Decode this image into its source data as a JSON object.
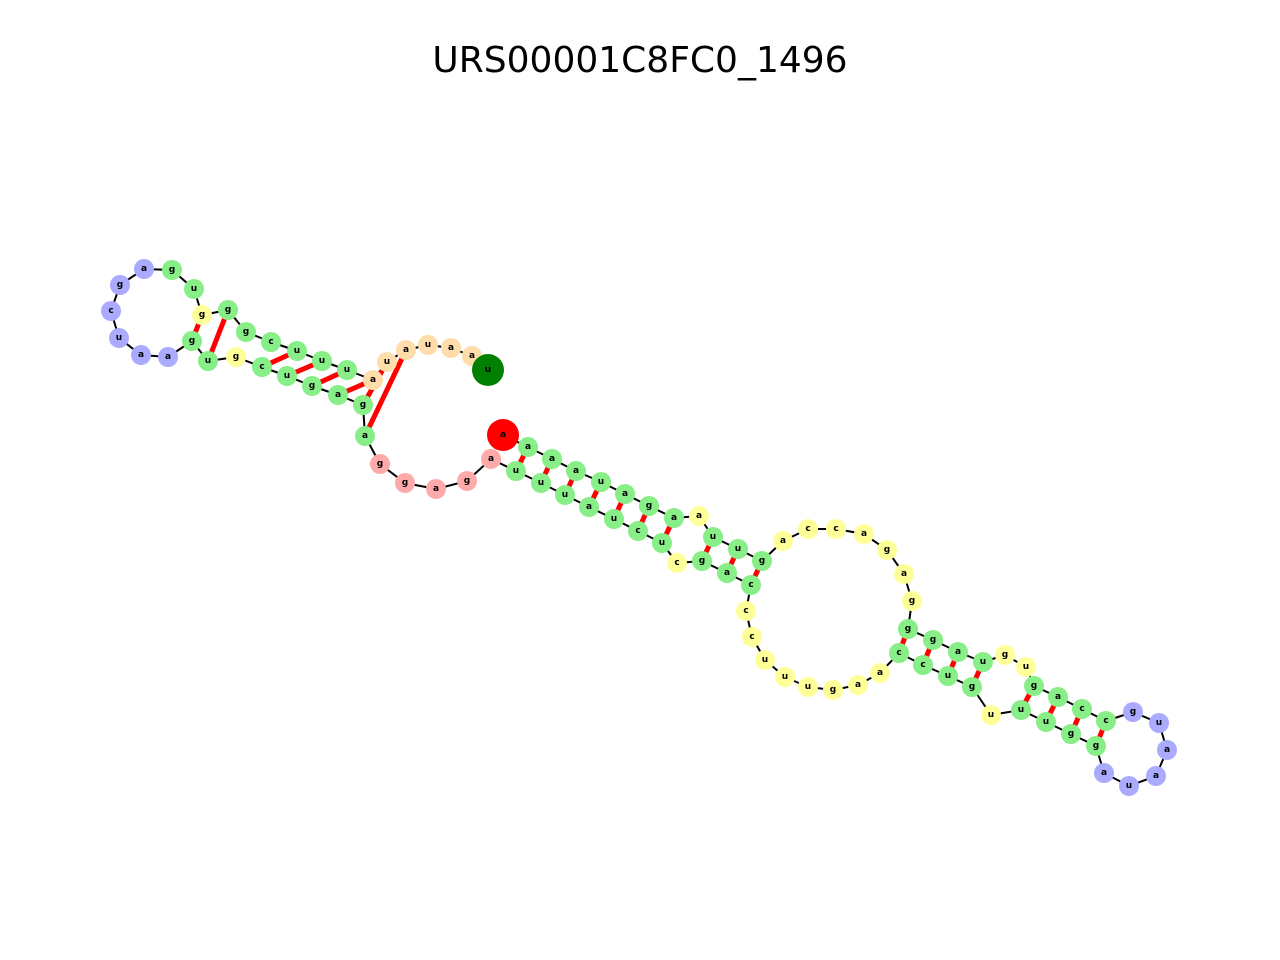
{
  "title": "URS00001C8FC0_1496",
  "legend_colors": {
    "stem": "#88ee88",
    "hairpin_loop": "#aaaaff",
    "interior_loop": "#ffff99",
    "multiloop": "#ffaaaa",
    "external_5p": "#ffddaa",
    "start": "#ff0000",
    "end": "#008000",
    "pair_bond": "#ff0000",
    "backbone": "#000000"
  },
  "nucleotides": [
    {
      "l": "a",
      "t": "start"
    },
    {
      "l": "a",
      "t": "stem"
    },
    {
      "l": "a",
      "t": "stem"
    },
    {
      "l": "a",
      "t": "stem"
    },
    {
      "l": "u",
      "t": "stem"
    },
    {
      "l": "a",
      "t": "stem"
    },
    {
      "l": "g",
      "t": "stem"
    },
    {
      "l": "a",
      "t": "stem"
    },
    {
      "l": "a",
      "t": "interior_loop"
    },
    {
      "l": "u",
      "t": "stem"
    },
    {
      "l": "u",
      "t": "stem"
    },
    {
      "l": "g",
      "t": "stem"
    },
    {
      "l": "a",
      "t": "interior_loop"
    },
    {
      "l": "c",
      "t": "interior_loop"
    },
    {
      "l": "c",
      "t": "interior_loop"
    },
    {
      "l": "a",
      "t": "interior_loop"
    },
    {
      "l": "g",
      "t": "interior_loop"
    },
    {
      "l": "a",
      "t": "interior_loop"
    },
    {
      "l": "g",
      "t": "interior_loop"
    },
    {
      "l": "g",
      "t": "stem"
    },
    {
      "l": "g",
      "t": "stem"
    },
    {
      "l": "a",
      "t": "stem"
    },
    {
      "l": "u",
      "t": "stem"
    },
    {
      "l": "g",
      "t": "interior_loop"
    },
    {
      "l": "u",
      "t": "interior_loop"
    },
    {
      "l": "g",
      "t": "stem"
    },
    {
      "l": "a",
      "t": "stem"
    },
    {
      "l": "c",
      "t": "stem"
    },
    {
      "l": "c",
      "t": "stem"
    },
    {
      "l": "g",
      "t": "hairpin_loop"
    },
    {
      "l": "u",
      "t": "hairpin_loop"
    },
    {
      "l": "a",
      "t": "hairpin_loop"
    },
    {
      "l": "a",
      "t": "hairpin_loop"
    },
    {
      "l": "u",
      "t": "hairpin_loop"
    },
    {
      "l": "a",
      "t": "hairpin_loop"
    },
    {
      "l": "g",
      "t": "stem"
    },
    {
      "l": "g",
      "t": "stem"
    },
    {
      "l": "u",
      "t": "stem"
    },
    {
      "l": "u",
      "t": "stem"
    },
    {
      "l": "u",
      "t": "interior_loop"
    },
    {
      "l": "g",
      "t": "stem"
    },
    {
      "l": "u",
      "t": "stem"
    },
    {
      "l": "c",
      "t": "stem"
    },
    {
      "l": "c",
      "t": "stem"
    },
    {
      "l": "a",
      "t": "interior_loop"
    },
    {
      "l": "a",
      "t": "interior_loop"
    },
    {
      "l": "g",
      "t": "interior_loop"
    },
    {
      "l": "u",
      "t": "interior_loop"
    },
    {
      "l": "u",
      "t": "interior_loop"
    },
    {
      "l": "u",
      "t": "interior_loop"
    },
    {
      "l": "c",
      "t": "interior_loop"
    },
    {
      "l": "c",
      "t": "interior_loop"
    },
    {
      "l": "c",
      "t": "stem"
    },
    {
      "l": "a",
      "t": "stem"
    },
    {
      "l": "g",
      "t": "stem"
    },
    {
      "l": "c",
      "t": "interior_loop"
    },
    {
      "l": "u",
      "t": "stem"
    },
    {
      "l": "c",
      "t": "stem"
    },
    {
      "l": "u",
      "t": "stem"
    },
    {
      "l": "a",
      "t": "stem"
    },
    {
      "l": "u",
      "t": "stem"
    },
    {
      "l": "u",
      "t": "stem"
    },
    {
      "l": "u",
      "t": "stem"
    },
    {
      "l": "a",
      "t": "multiloop"
    },
    {
      "l": "g",
      "t": "multiloop"
    },
    {
      "l": "a",
      "t": "multiloop"
    },
    {
      "l": "g",
      "t": "multiloop"
    },
    {
      "l": "g",
      "t": "multiloop"
    },
    {
      "l": "a",
      "t": "stem"
    },
    {
      "l": "g",
      "t": "stem"
    },
    {
      "l": "a",
      "t": "stem"
    },
    {
      "l": "g",
      "t": "stem"
    },
    {
      "l": "u",
      "t": "stem"
    },
    {
      "l": "c",
      "t": "stem"
    },
    {
      "l": "g",
      "t": "interior_loop"
    },
    {
      "l": "u",
      "t": "stem"
    },
    {
      "l": "g",
      "t": "stem"
    },
    {
      "l": "a",
      "t": "hairpin_loop"
    },
    {
      "l": "a",
      "t": "hairpin_loop"
    },
    {
      "l": "u",
      "t": "hairpin_loop"
    },
    {
      "l": "c",
      "t": "hairpin_loop"
    },
    {
      "l": "g",
      "t": "hairpin_loop"
    },
    {
      "l": "a",
      "t": "hairpin_loop"
    },
    {
      "l": "g",
      "t": "stem"
    },
    {
      "l": "u",
      "t": "stem"
    },
    {
      "l": "g",
      "t": "interior_loop"
    },
    {
      "l": "g",
      "t": "stem"
    },
    {
      "l": "g",
      "t": "stem"
    },
    {
      "l": "c",
      "t": "stem"
    },
    {
      "l": "u",
      "t": "stem"
    },
    {
      "l": "u",
      "t": "stem"
    },
    {
      "l": "u",
      "t": "stem"
    },
    {
      "l": "a",
      "t": "external_5p"
    },
    {
      "l": "u",
      "t": "external_5p"
    },
    {
      "l": "a",
      "t": "external_5p"
    },
    {
      "l": "u",
      "t": "external_5p"
    },
    {
      "l": "a",
      "t": "external_5p"
    },
    {
      "l": "a",
      "t": "external_5p"
    },
    {
      "l": "u",
      "t": "end"
    }
  ],
  "pairs": [
    [
      1,
      62
    ],
    [
      2,
      61
    ],
    [
      3,
      60
    ],
    [
      4,
      59
    ],
    [
      5,
      58
    ],
    [
      6,
      57
    ],
    [
      7,
      56
    ],
    [
      9,
      54
    ],
    [
      10,
      53
    ],
    [
      11,
      52
    ],
    [
      19,
      43
    ],
    [
      20,
      42
    ],
    [
      21,
      41
    ],
    [
      22,
      40
    ],
    [
      25,
      38
    ],
    [
      26,
      37
    ],
    [
      27,
      36
    ],
    [
      28,
      35
    ],
    [
      68,
      94
    ],
    [
      69,
      93
    ],
    [
      70,
      92
    ],
    [
      71,
      91
    ],
    [
      72,
      90
    ],
    [
      73,
      89
    ],
    [
      75,
      86
    ],
    [
      76,
      85
    ]
  ]
}
